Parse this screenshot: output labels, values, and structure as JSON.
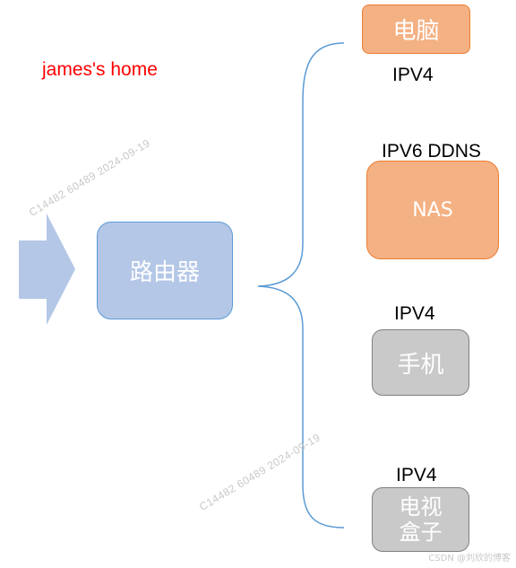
{
  "title": "james's home",
  "watermark": "C14482  60489  2024-09-19",
  "credit": "CSDN @刘欣的博客",
  "router": {
    "label": "路由器"
  },
  "devices": [
    {
      "name": "电脑",
      "protocol": "IPV4"
    },
    {
      "name": "NAS",
      "protocol": "IPV6 DDNS"
    },
    {
      "name": "手机",
      "protocol": "IPV4"
    },
    {
      "name_line1": "电视",
      "name_line2": "盒子",
      "protocol": "IPV4"
    }
  ],
  "colors": {
    "title": "#ff0000",
    "arrow": "#b4c7e7",
    "router_fill": "#b4c7e7",
    "router_stroke": "#5b9bd5",
    "brace": "#5b9bd5",
    "pc_nas_fill": "#f4b183",
    "pc_nas_stroke": "#ed7d31",
    "phone_tv_fill": "#c9c9c9",
    "phone_tv_stroke": "#7f7f7f"
  }
}
